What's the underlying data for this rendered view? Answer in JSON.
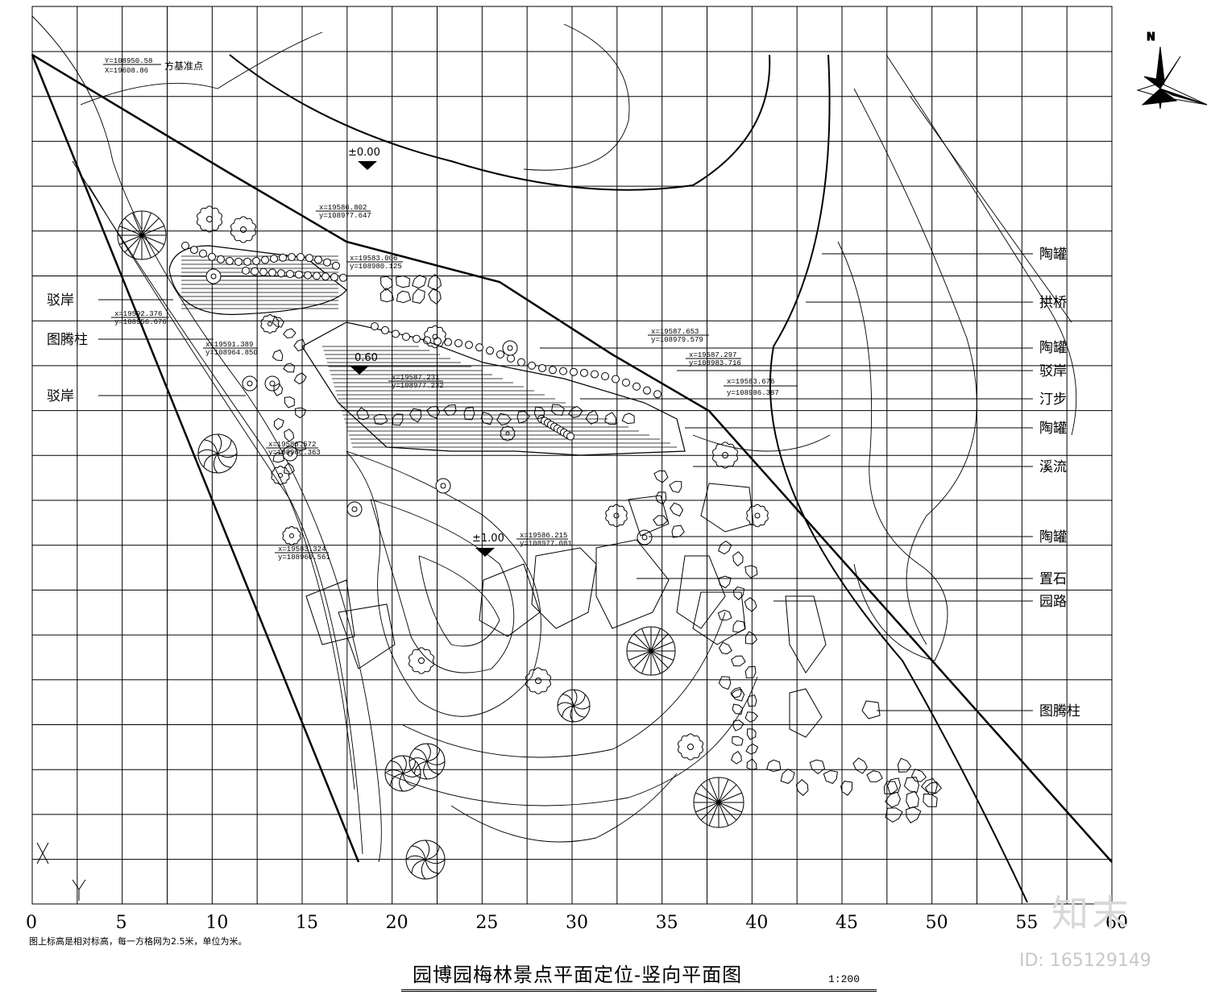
{
  "title": "园博园梅林景点平面定位-竖向平面图",
  "scale": "1:200",
  "note": "图上标高是相对标高，每一方格网为2.5米，单位为米。",
  "north_label": "N",
  "axis_x_label": "X",
  "axis_y_label": "Y",
  "x_ticks": [
    "0",
    "5",
    "10",
    "15",
    "20",
    "25",
    "30",
    "35",
    "40",
    "45",
    "50",
    "55",
    "60"
  ],
  "left_labels": [
    "驳岸",
    "图腾柱",
    "驳岸"
  ],
  "right_labels": [
    "陶罐",
    "拱桥",
    "陶罐",
    "驳岸",
    "汀步",
    "陶罐",
    "溪流",
    "陶罐",
    "置石",
    "园路",
    "图腾柱"
  ],
  "elevations": [
    "±0.00",
    "0.60",
    "±1.00"
  ],
  "base_point": {
    "y": "Y=108950.58",
    "x": "X=19608.86",
    "label": "方基准点"
  },
  "coords": [
    {
      "a": "x=19586.802",
      "b": "y=108977.647"
    },
    {
      "a": "x=19583.006",
      "b": "y=108980.125"
    },
    {
      "a": "x=19592.376",
      "b": "y=108956.676"
    },
    {
      "a": "x=19591.389",
      "b": "y=108964.850"
    },
    {
      "a": "x=19587.653",
      "b": "y=108979.579"
    },
    {
      "a": "x=19587.297",
      "b": "y=108983.716"
    },
    {
      "a": "x=19583.676",
      "b": "y=108986.387"
    },
    {
      "a": "x=19587.231",
      "b": "y=108977.232"
    },
    {
      "a": "x=19586.572",
      "b": "y=108960.363"
    },
    {
      "a": "x=19586.215",
      "b": "y=108977.081"
    },
    {
      "a": "x=19583.324",
      "b": "y=108960.561"
    }
  ],
  "watermark": "知末",
  "watermark_id": "ID: 165129149"
}
